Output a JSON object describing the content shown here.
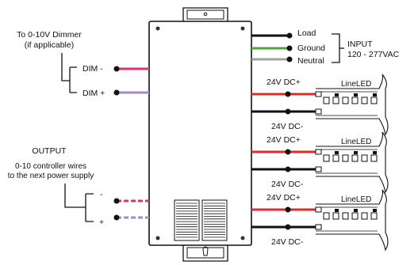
{
  "dimmer": {
    "title_line1": "To 0-10V Dimmer",
    "title_line2": "(if applicable)",
    "dim_minus": "DIM -",
    "dim_plus": "DIM +"
  },
  "input": {
    "load": "Load",
    "ground": "Ground",
    "neutral": "Neutral",
    "title": "INPUT",
    "voltage": "120 - 277VAC"
  },
  "output": {
    "title": "OUTPUT",
    "line1": "0-10 controller wires",
    "line2": "to the next power supply",
    "minus": "-",
    "plus": "+"
  },
  "strips": [
    {
      "pos_label": "24V DC+",
      "neg_label": "24V DC-",
      "brand": "LineLED"
    },
    {
      "pos_label": "24V DC+",
      "neg_label": "24V DC-",
      "brand": "LineLED"
    },
    {
      "pos_label": "24V DC+",
      "neg_label": "24V DC-",
      "brand": "LineLED"
    }
  ],
  "colors": {
    "dim_minus_wire": "#e0306e",
    "dim_plus_wire": "#a58ac4",
    "load_wire": "#111111",
    "ground_wire": "#4fa63a",
    "neutral_wire": "#a0a0a0",
    "dc_positive_wire": "#e02a2a",
    "dc_negative_wire": "#111111"
  }
}
